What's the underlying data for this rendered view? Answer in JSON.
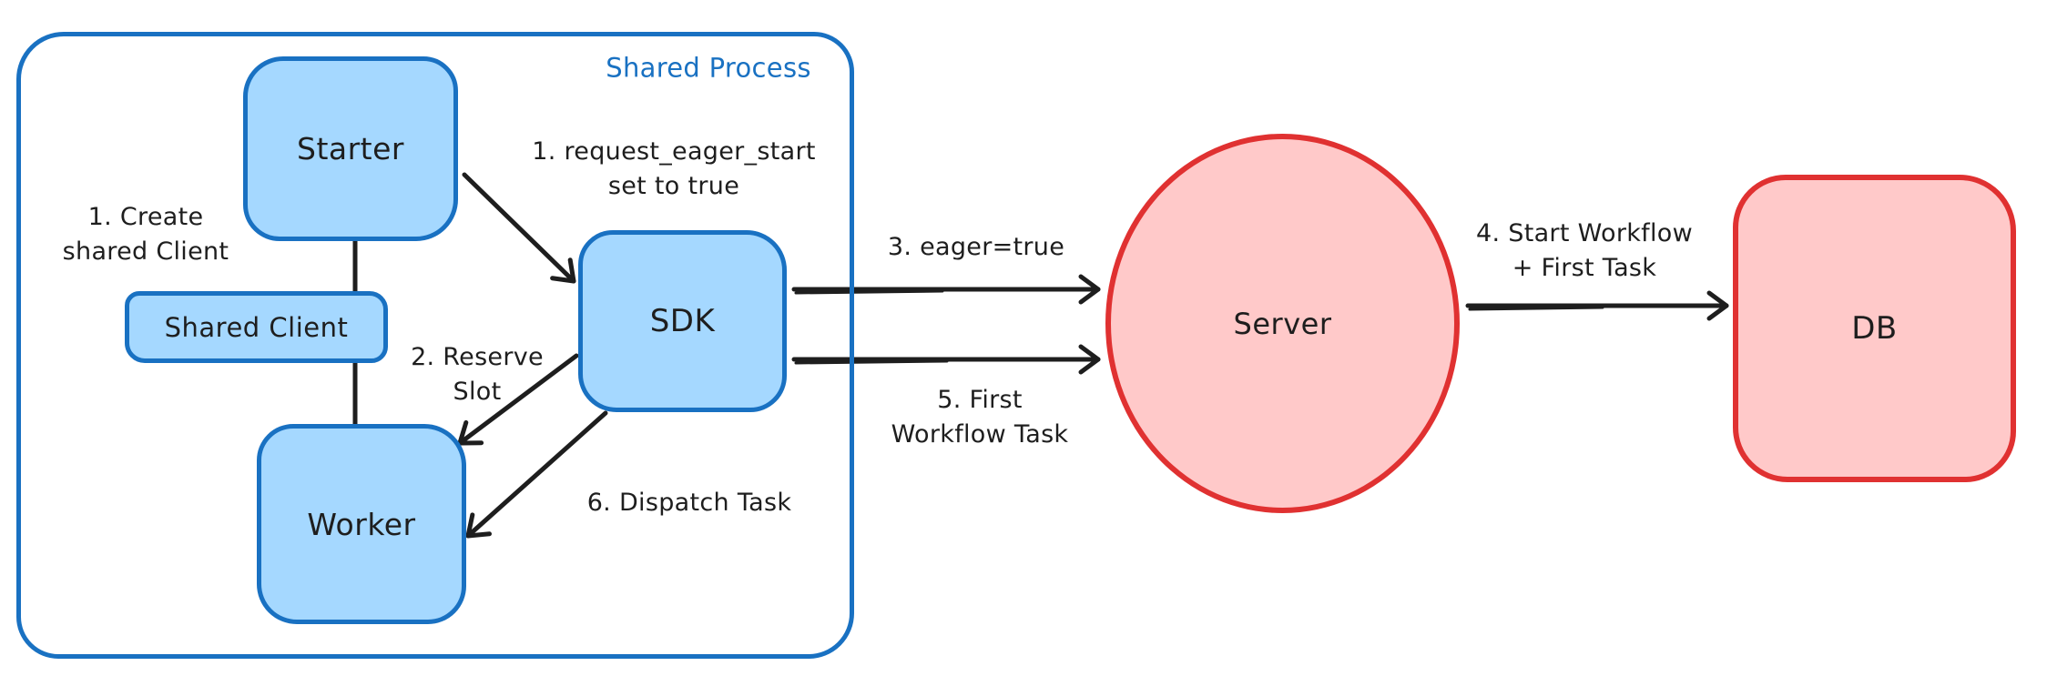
{
  "diagram": {
    "kind": "hand-drawn flow diagram",
    "container_label": "Shared Process"
  },
  "colors": {
    "ink": "#1e1e1e",
    "blue_stroke": "#1971c2",
    "blue_fill": "#a5d8ff",
    "red_stroke": "#e03131",
    "red_fill": "#ffc9c9",
    "canvas_bg": "#ffffff"
  },
  "nodes": {
    "starter": {
      "label": "Starter"
    },
    "shared_client": {
      "label": "Shared Client"
    },
    "worker": {
      "label": "Worker"
    },
    "sdk": {
      "label": "SDK"
    },
    "server": {
      "label": "Server"
    },
    "db": {
      "label": "DB"
    }
  },
  "annotations": {
    "create_shared_client": {
      "lines": [
        "1. Create",
        "shared Client"
      ]
    },
    "request_eager_start": {
      "lines": [
        "1. request_eager_start",
        "set to true"
      ]
    },
    "reserve_slot": {
      "lines": [
        "2. Reserve",
        "Slot"
      ]
    },
    "eager_true": {
      "lines": [
        "3. eager=true"
      ]
    },
    "start_workflow_first_task": {
      "lines": [
        "4. Start Workflow",
        "+ First Task"
      ]
    },
    "first_workflow_task": {
      "lines": [
        "5. First",
        "Workflow Task"
      ]
    },
    "dispatch_task": {
      "lines": [
        "6. Dispatch Task"
      ]
    }
  },
  "edges": [
    {
      "from": "starter",
      "to": "shared_client",
      "style": "line",
      "label_ref": "create_shared_client"
    },
    {
      "from": "shared_client",
      "to": "worker",
      "style": "line",
      "label_ref": null
    },
    {
      "from": "starter",
      "to": "sdk",
      "style": "arrow",
      "label_ref": "request_eager_start"
    },
    {
      "from": "sdk",
      "to": "worker",
      "style": "arrow",
      "label_ref": "reserve_slot"
    },
    {
      "from": "sdk",
      "to": "server",
      "style": "arrow",
      "label_ref": "eager_true"
    },
    {
      "from": "server",
      "to": "db",
      "style": "arrow",
      "label_ref": "start_workflow_first_task"
    },
    {
      "from": "sdk",
      "to": "server",
      "style": "arrow",
      "label_ref": "first_workflow_task"
    },
    {
      "from": "sdk",
      "to": "worker",
      "style": "arrow",
      "label_ref": "dispatch_task"
    }
  ]
}
